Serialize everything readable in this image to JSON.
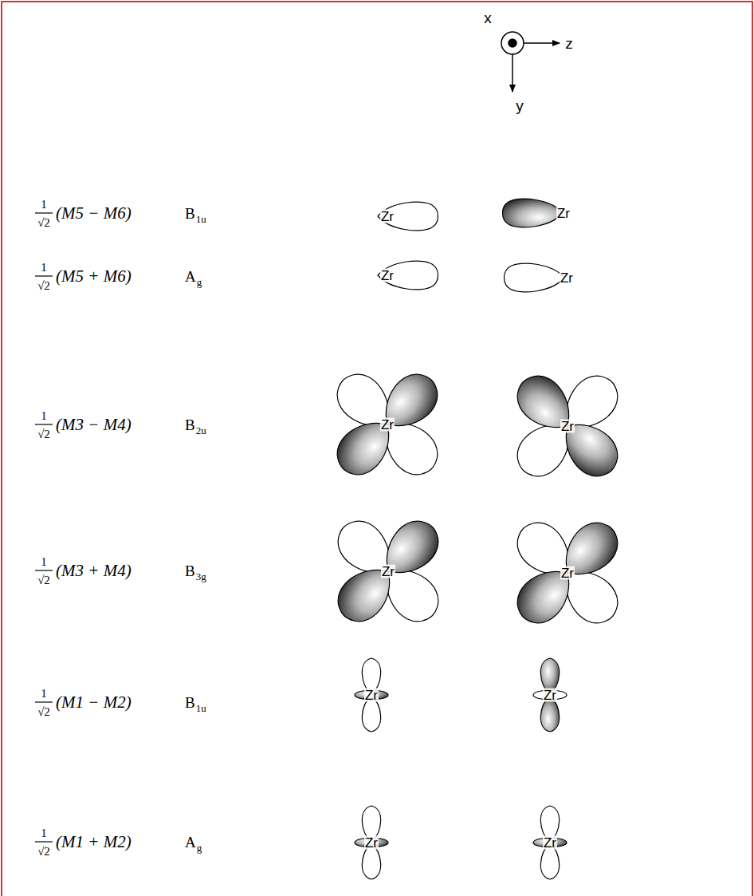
{
  "diagram": {
    "labels": [
      "x",
      "z",
      "y",
      "1",
      "√2",
      "(M5 − M6)",
      "B",
      "1u",
      "Zr",
      "Zr",
      "1",
      "√2",
      "(M5 + M6)",
      "A",
      "g",
      "Zr",
      "Zr",
      "1",
      "√2",
      "(M3 − M4)",
      "B",
      "2u",
      "Zr",
      "Zr",
      "1",
      "√2",
      "(M3 + M4)",
      "B",
      "3g",
      "Zr",
      "Zr",
      "1",
      "√2",
      "(M1 − M2)",
      "B",
      "1u",
      "Zr",
      "Zr",
      "1",
      "√2",
      "(M1 + M2)",
      "A",
      "g",
      "Zr",
      "Zr"
    ]
  }
}
